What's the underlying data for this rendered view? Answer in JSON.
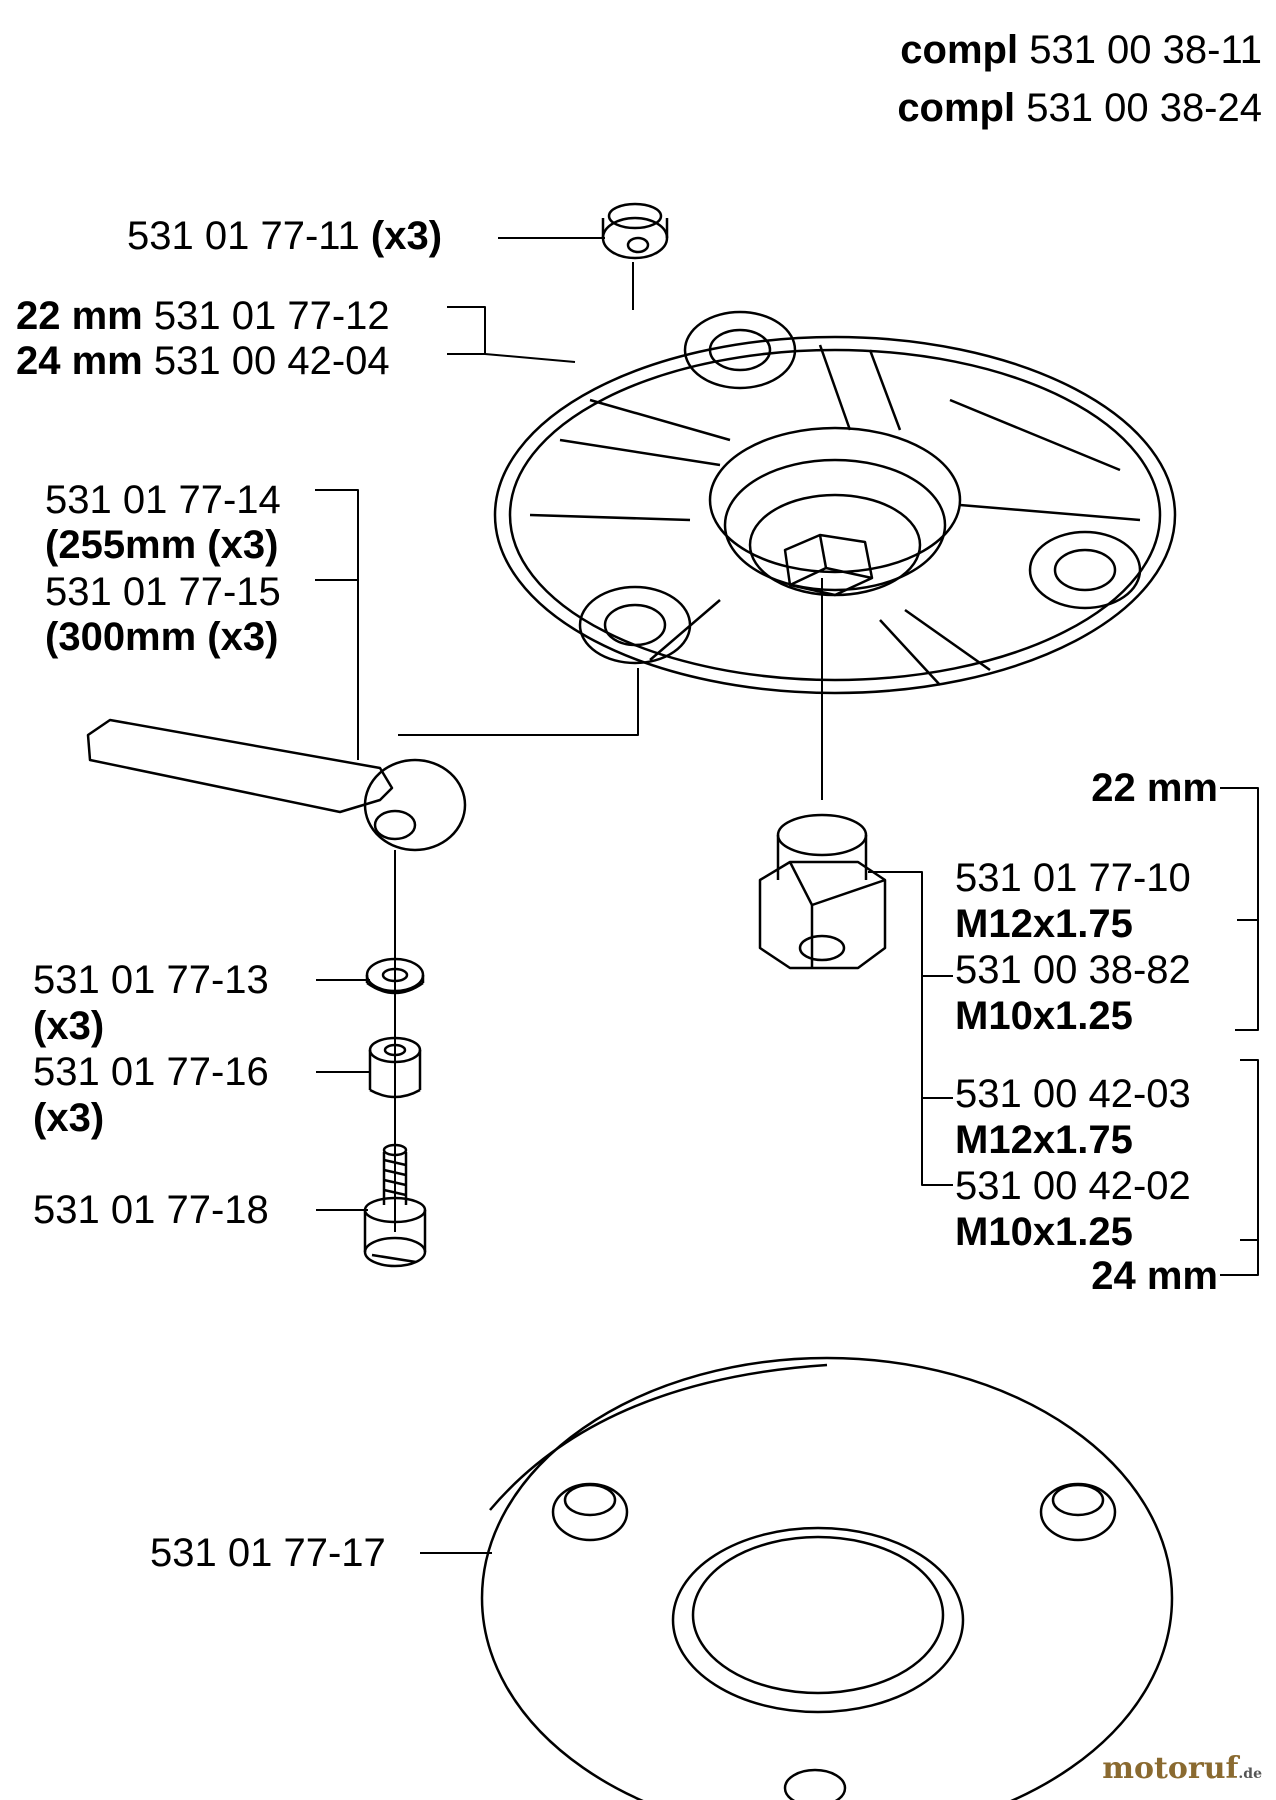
{
  "header": {
    "compl_word": "compl",
    "compl_1": "531 00 38-11",
    "compl_2": "531 00 38-24"
  },
  "parts": {
    "nut_top": {
      "number": "531 01 77-11",
      "qty": "(x3)"
    },
    "disc_22": {
      "size": "22 mm",
      "number": "531 01 77-12"
    },
    "disc_24": {
      "size": "24 mm",
      "number": "531 00 42-04"
    },
    "knife_255": {
      "number": "531 01 77-14",
      "note": "(255mm (x3)"
    },
    "knife_300": {
      "number": "531 01 77-15",
      "note": "(300mm (x3)"
    },
    "washer": {
      "number": "531 01 77-13",
      "qty": "(x3)"
    },
    "sleeve": {
      "number": "531 01 77-16",
      "qty": "(x3)"
    },
    "screw": {
      "number": "531 01 77-18"
    },
    "nut_22_size": "22 mm",
    "nut_a": {
      "number": "531 01 77-10",
      "thread": "M12x1.75"
    },
    "nut_b": {
      "number": "531 00 38-82",
      "thread": "M10x1.25"
    },
    "nut_c": {
      "number": "531 00 42-03",
      "thread": "M12x1.75"
    },
    "nut_d": {
      "number": "531 00 42-02",
      "thread": "M10x1.25"
    },
    "nut_24_size": "24 mm",
    "support_cup": {
      "number": "531 01 77-17"
    }
  },
  "watermark": {
    "brand": "motoruf",
    "tld": ".de"
  }
}
